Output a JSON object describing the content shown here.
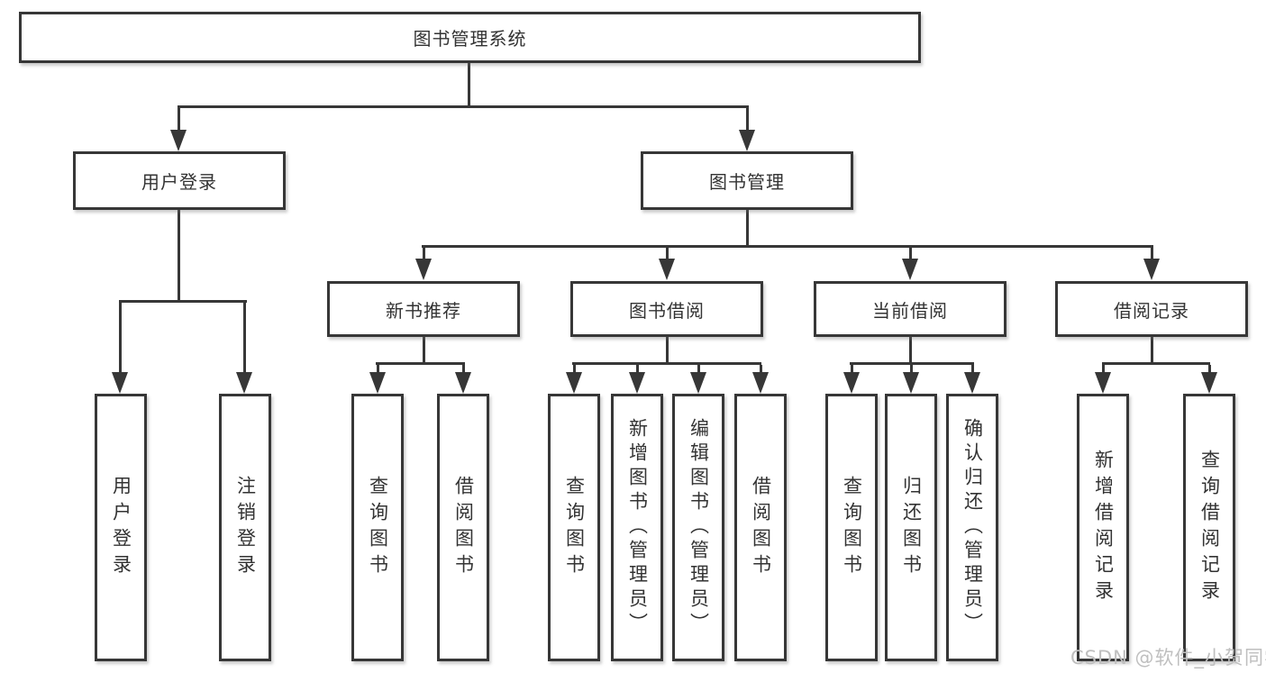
{
  "diagram": {
    "type": "tree-structure-diagram",
    "title": "图书管理系统",
    "watermark": "CSDN @软件_小贺同学",
    "colors": {
      "line": "#373737",
      "box_border": "#373737",
      "text": "#333333",
      "background": "#ffffff",
      "watermark": "#bfbfbf"
    },
    "nodes": {
      "root": {
        "label": "图书管理系统",
        "level": 1
      },
      "user_login": {
        "label": "用户登录",
        "level": 2
      },
      "book_mgmt": {
        "label": "图书管理",
        "level": 2
      },
      "new_book_rec": {
        "label": "新书推荐",
        "level": 3
      },
      "book_borrow": {
        "label": "图书借阅",
        "level": 3
      },
      "current_borrow": {
        "label": "当前借阅",
        "level": 3
      },
      "borrow_records": {
        "label": "借阅记录",
        "level": 3
      },
      "leaf_user_login": {
        "label": "用户登录",
        "level": 4
      },
      "leaf_logout": {
        "label": "注销登录",
        "level": 4
      },
      "leaf_rec_query": {
        "label": "查询图书",
        "level": 4
      },
      "leaf_rec_borrow": {
        "label": "借阅图书",
        "level": 4
      },
      "leaf_bb_query": {
        "label": "查询图书",
        "level": 4
      },
      "leaf_bb_add": {
        "label": "新增图书（管理员）",
        "level": 4
      },
      "leaf_bb_edit": {
        "label": "编辑图书（管理员）",
        "level": 4
      },
      "leaf_bb_borrow": {
        "label": "借阅图书",
        "level": 4
      },
      "leaf_cb_query": {
        "label": "查询图书",
        "level": 4
      },
      "leaf_cb_return": {
        "label": "归还图书",
        "level": 4
      },
      "leaf_cb_confirm": {
        "label": "确认归还（管理员）",
        "level": 4
      },
      "leaf_br_add": {
        "label": "新增借阅记录",
        "level": 4
      },
      "leaf_br_query": {
        "label": "查询借阅记录",
        "level": 4
      }
    },
    "edges": [
      {
        "from": "root",
        "to": [
          "user_login",
          "book_mgmt"
        ]
      },
      {
        "from": "user_login",
        "to": [
          "leaf_user_login",
          "leaf_logout"
        ]
      },
      {
        "from": "book_mgmt",
        "to": [
          "new_book_rec",
          "book_borrow",
          "current_borrow",
          "borrow_records"
        ]
      },
      {
        "from": "new_book_rec",
        "to": [
          "leaf_rec_query",
          "leaf_rec_borrow"
        ]
      },
      {
        "from": "book_borrow",
        "to": [
          "leaf_bb_query",
          "leaf_bb_add",
          "leaf_bb_edit",
          "leaf_bb_borrow"
        ]
      },
      {
        "from": "current_borrow",
        "to": [
          "leaf_cb_query",
          "leaf_cb_return",
          "leaf_cb_confirm"
        ]
      },
      {
        "from": "borrow_records",
        "to": [
          "leaf_br_add",
          "leaf_br_query"
        ]
      }
    ]
  }
}
